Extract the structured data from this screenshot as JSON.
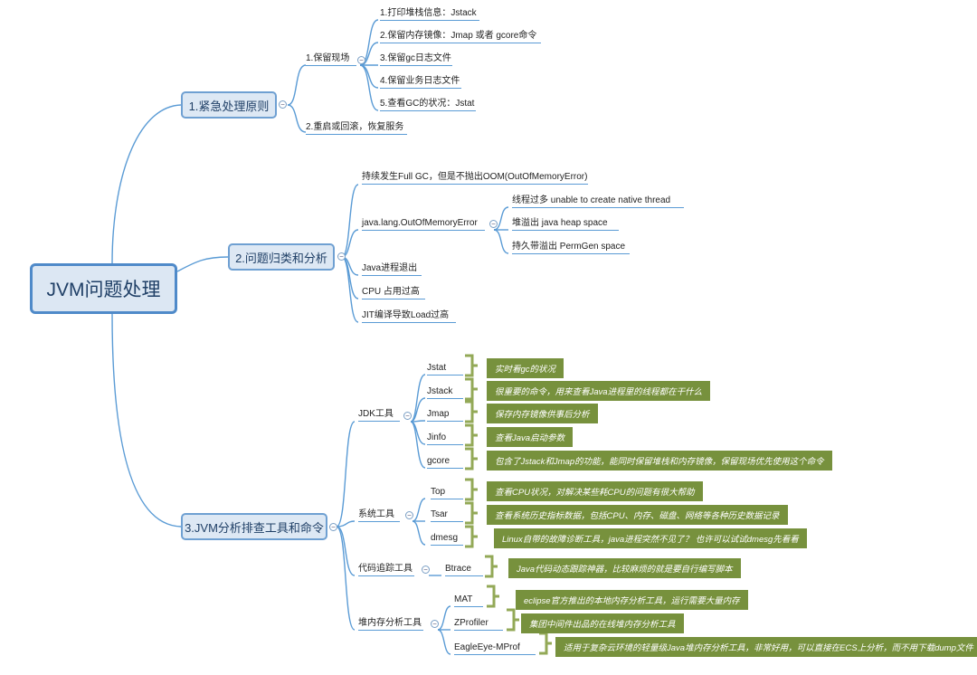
{
  "central": "JVM问题处理",
  "topics": {
    "t1": {
      "label": "1.紧急处理原则",
      "children": {
        "scene": "1.保留现场",
        "scene_items": [
          "1.打印堆栈信息：Jstack",
          "2.保留内存镜像：Jmap 或者 gcore命令",
          "3.保留gc日志文件",
          "4.保留业务日志文件",
          "5.查看GC的状况：Jstat"
        ],
        "restart": "2.重启或回滚，恢复服务"
      }
    },
    "t2": {
      "label": "2.问题归类和分析",
      "children": {
        "fullgc": "持续发生Full GC，但是不抛出OOM(OutOfMemoryError)",
        "oom": "java.lang.OutOfMemoryError",
        "oom_items": [
          "线程过多 unable to create native thread",
          "堆溢出 java heap space",
          "持久带溢出 PermGen space"
        ],
        "exit": "Java进程退出",
        "cpu": "CPU 占用过高",
        "jit": "JIT编译导致Load过高"
      }
    },
    "t3": {
      "label": "3.JVM分析排查工具和命令",
      "groups": {
        "jdk": {
          "label": "JDK工具",
          "tools": [
            {
              "name": "Jstat",
              "note": "实时看gc的状况"
            },
            {
              "name": "Jstack",
              "note": "很重要的命令，用来查看Java进程里的线程都在干什么"
            },
            {
              "name": "Jmap",
              "note": "保存内存镜像供事后分析"
            },
            {
              "name": "Jinfo",
              "note": "查看Java启动参数"
            },
            {
              "name": "gcore",
              "note": "包含了Jstack和Jmap的功能，能同时保留堆栈和内存镜像，保留现场优先使用这个命令"
            }
          ]
        },
        "system": {
          "label": "系统工具",
          "tools": [
            {
              "name": "Top",
              "note": "查看CPU状况，对解决某些耗CPU的问题有很大帮助"
            },
            {
              "name": "Tsar",
              "note": "查看系统历史指标数据，包括CPU、内存、磁盘、网络等各种历史数据记录"
            },
            {
              "name": "dmesg",
              "note": "Linux自带的故障诊断工具，java进程突然不见了？ 也许可以试试dmesg先看看"
            }
          ]
        },
        "trace": {
          "label": "代码追踪工具",
          "tools": [
            {
              "name": "Btrace",
              "note": "Java代码动态跟踪神器，比较麻烦的就是要自行编写脚本"
            }
          ]
        },
        "heap": {
          "label": "堆内存分析工具",
          "tools": [
            {
              "name": "MAT",
              "note": "eclipse官方推出的本地内存分析工具，运行需要大量内存"
            },
            {
              "name": "ZProfiler",
              "note": "集团中间件出品的在线堆内存分析工具"
            },
            {
              "name": "EagleEye-MProf",
              "note": "适用于复杂云环境的轻量级Java堆内存分析工具，非常好用，可以直接在ECS上分析，而不用下载dump文件"
            }
          ]
        }
      }
    }
  },
  "colors": {
    "branch": "#5a9bd5",
    "callout": "#77913d",
    "brace": "#93a957",
    "topic_border": "#6fa0d2"
  }
}
